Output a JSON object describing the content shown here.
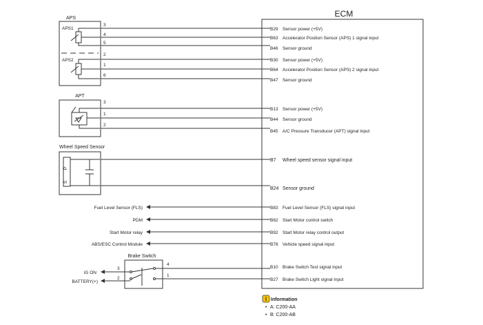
{
  "ecm": {
    "title": "ECM"
  },
  "aps": {
    "title": "APS",
    "sensor1": "APS1",
    "sensor2": "APS2",
    "pins": [
      "3",
      "4",
      "5",
      "2",
      "1",
      "6"
    ],
    "signals": [
      {
        "pin": "B29",
        "label": "Sensor power (+5V)"
      },
      {
        "pin": "B63",
        "label": "Accelerator Position Sensor (APS) 1 signal input"
      },
      {
        "pin": "B46",
        "label": "Sensor ground"
      },
      {
        "pin": "B30",
        "label": "Sensor power (+5V)"
      },
      {
        "pin": "B64",
        "label": "Accelerator Position Sensor (APS) 2 signal input"
      },
      {
        "pin": "B47",
        "label": "Sensor ground"
      }
    ]
  },
  "apt": {
    "title": "APT",
    "pins": [
      "3",
      "1",
      "2"
    ],
    "signals": [
      {
        "pin": "B13",
        "label": "Sensor power (+5V)"
      },
      {
        "pin": "B44",
        "label": "Sensor ground"
      },
      {
        "pin": "B45",
        "label": "A/C Pressure Transducer (APT) signal input"
      }
    ]
  },
  "wss": {
    "title": "Wheel Speed Sensor",
    "term_p": "P",
    "term_s": "S",
    "signals": [
      {
        "pin": "B7",
        "label": "Wheel speed sensor signal input"
      },
      {
        "pin": "B24",
        "label": "Sensor ground"
      }
    ]
  },
  "outputs": [
    {
      "device": "Fuel Level Sensor (FLS)",
      "pin": "B83",
      "label": "Fuel Level Sensor (FLS) signal input"
    },
    {
      "device": "PDM",
      "pin": "B82",
      "label": "Start Motor control switch"
    },
    {
      "device": "Start Motor relay",
      "pin": "B92",
      "label": "Start Motor relay control output"
    },
    {
      "device": "ABS/ESC Control Module",
      "pin": "B78",
      "label": "Vehicle speed signal input"
    }
  ],
  "brake": {
    "title": "Brake Switch",
    "left_pins": [
      "3",
      "2"
    ],
    "right_pins": [
      "4",
      "1"
    ],
    "supplies": [
      "IG ON",
      "BATTERY(+)"
    ],
    "signals": [
      {
        "pin": "B10",
        "label": "Brake Switch Test signal input"
      },
      {
        "pin": "B27",
        "label": "Brake Switch Light signal input"
      }
    ]
  },
  "info": {
    "icon": "info-icon",
    "title": "Information",
    "items": [
      "A: C200-AA",
      "B: C200-AB"
    ]
  }
}
